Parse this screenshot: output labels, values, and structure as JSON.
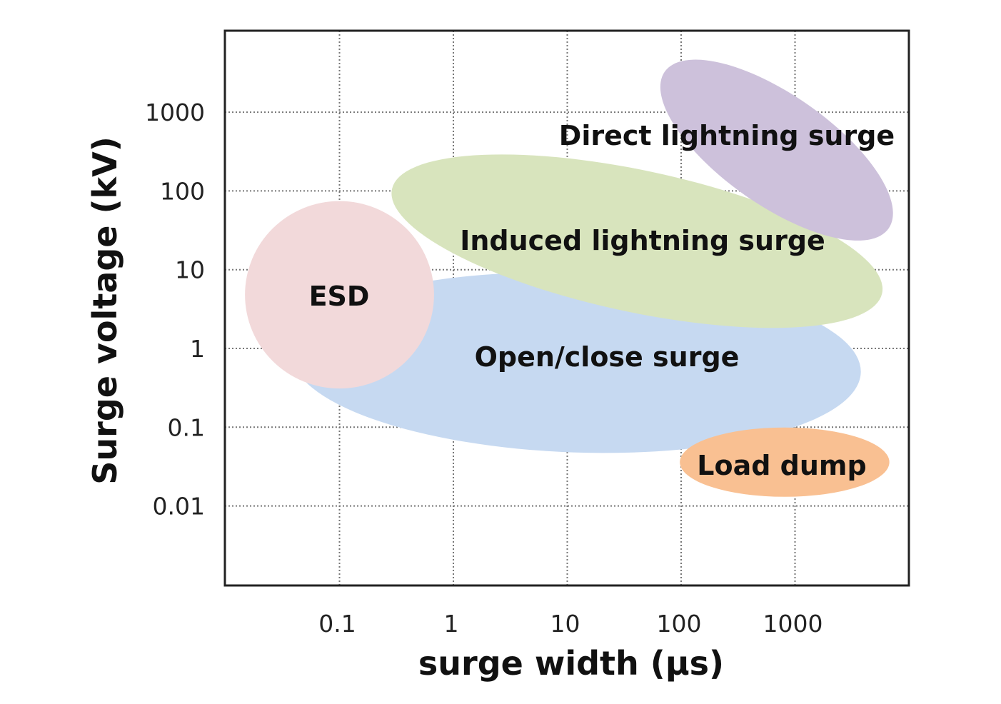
{
  "chart_data": {
    "type": "region",
    "title": "",
    "xlabel": "surge width (μs)",
    "ylabel": "Surge voltage (kV)",
    "xscale": "log",
    "yscale": "log",
    "xticks": [
      0.1,
      1,
      10,
      100,
      1000
    ],
    "xtick_labels": [
      "0.1",
      "1",
      "10",
      "100",
      "1000"
    ],
    "yticks": [
      1000,
      100,
      10,
      1,
      0.1,
      0.01
    ],
    "ytick_labels": [
      "1000",
      "100",
      "10",
      "1",
      "0.1",
      "0.01"
    ],
    "xlim": [
      0.01,
      10000
    ],
    "ylim": [
      0.001,
      10000
    ],
    "grid": true,
    "regions": [
      {
        "name": "Open/close surge",
        "center": [
          12,
          0.66
        ],
        "half_width_decades": 2.5,
        "half_height_decades": 1.14,
        "color": "#c6d9f1"
      },
      {
        "name": "ESD",
        "center": [
          0.1,
          4.8
        ],
        "half_width_decades": 0.83,
        "half_height_decades": 1.19,
        "color": "#f2d9da"
      },
      {
        "name": "Induced lightning surge",
        "center": [
          41,
          23
        ],
        "half_width_decades": 2.2,
        "half_height_decades": 0.9,
        "color": "#d8e4bd"
      },
      {
        "name": "Direct lightning surge",
        "center": [
          690,
          330
        ],
        "half_width_decades": 1.2,
        "half_height_decades": 0.7,
        "color": "#cdc1db"
      },
      {
        "name": "Load dump",
        "center": [
          810,
          0.036
        ],
        "half_width_decades": 0.92,
        "half_height_decades": 0.44,
        "color": "#f9c092"
      }
    ]
  }
}
